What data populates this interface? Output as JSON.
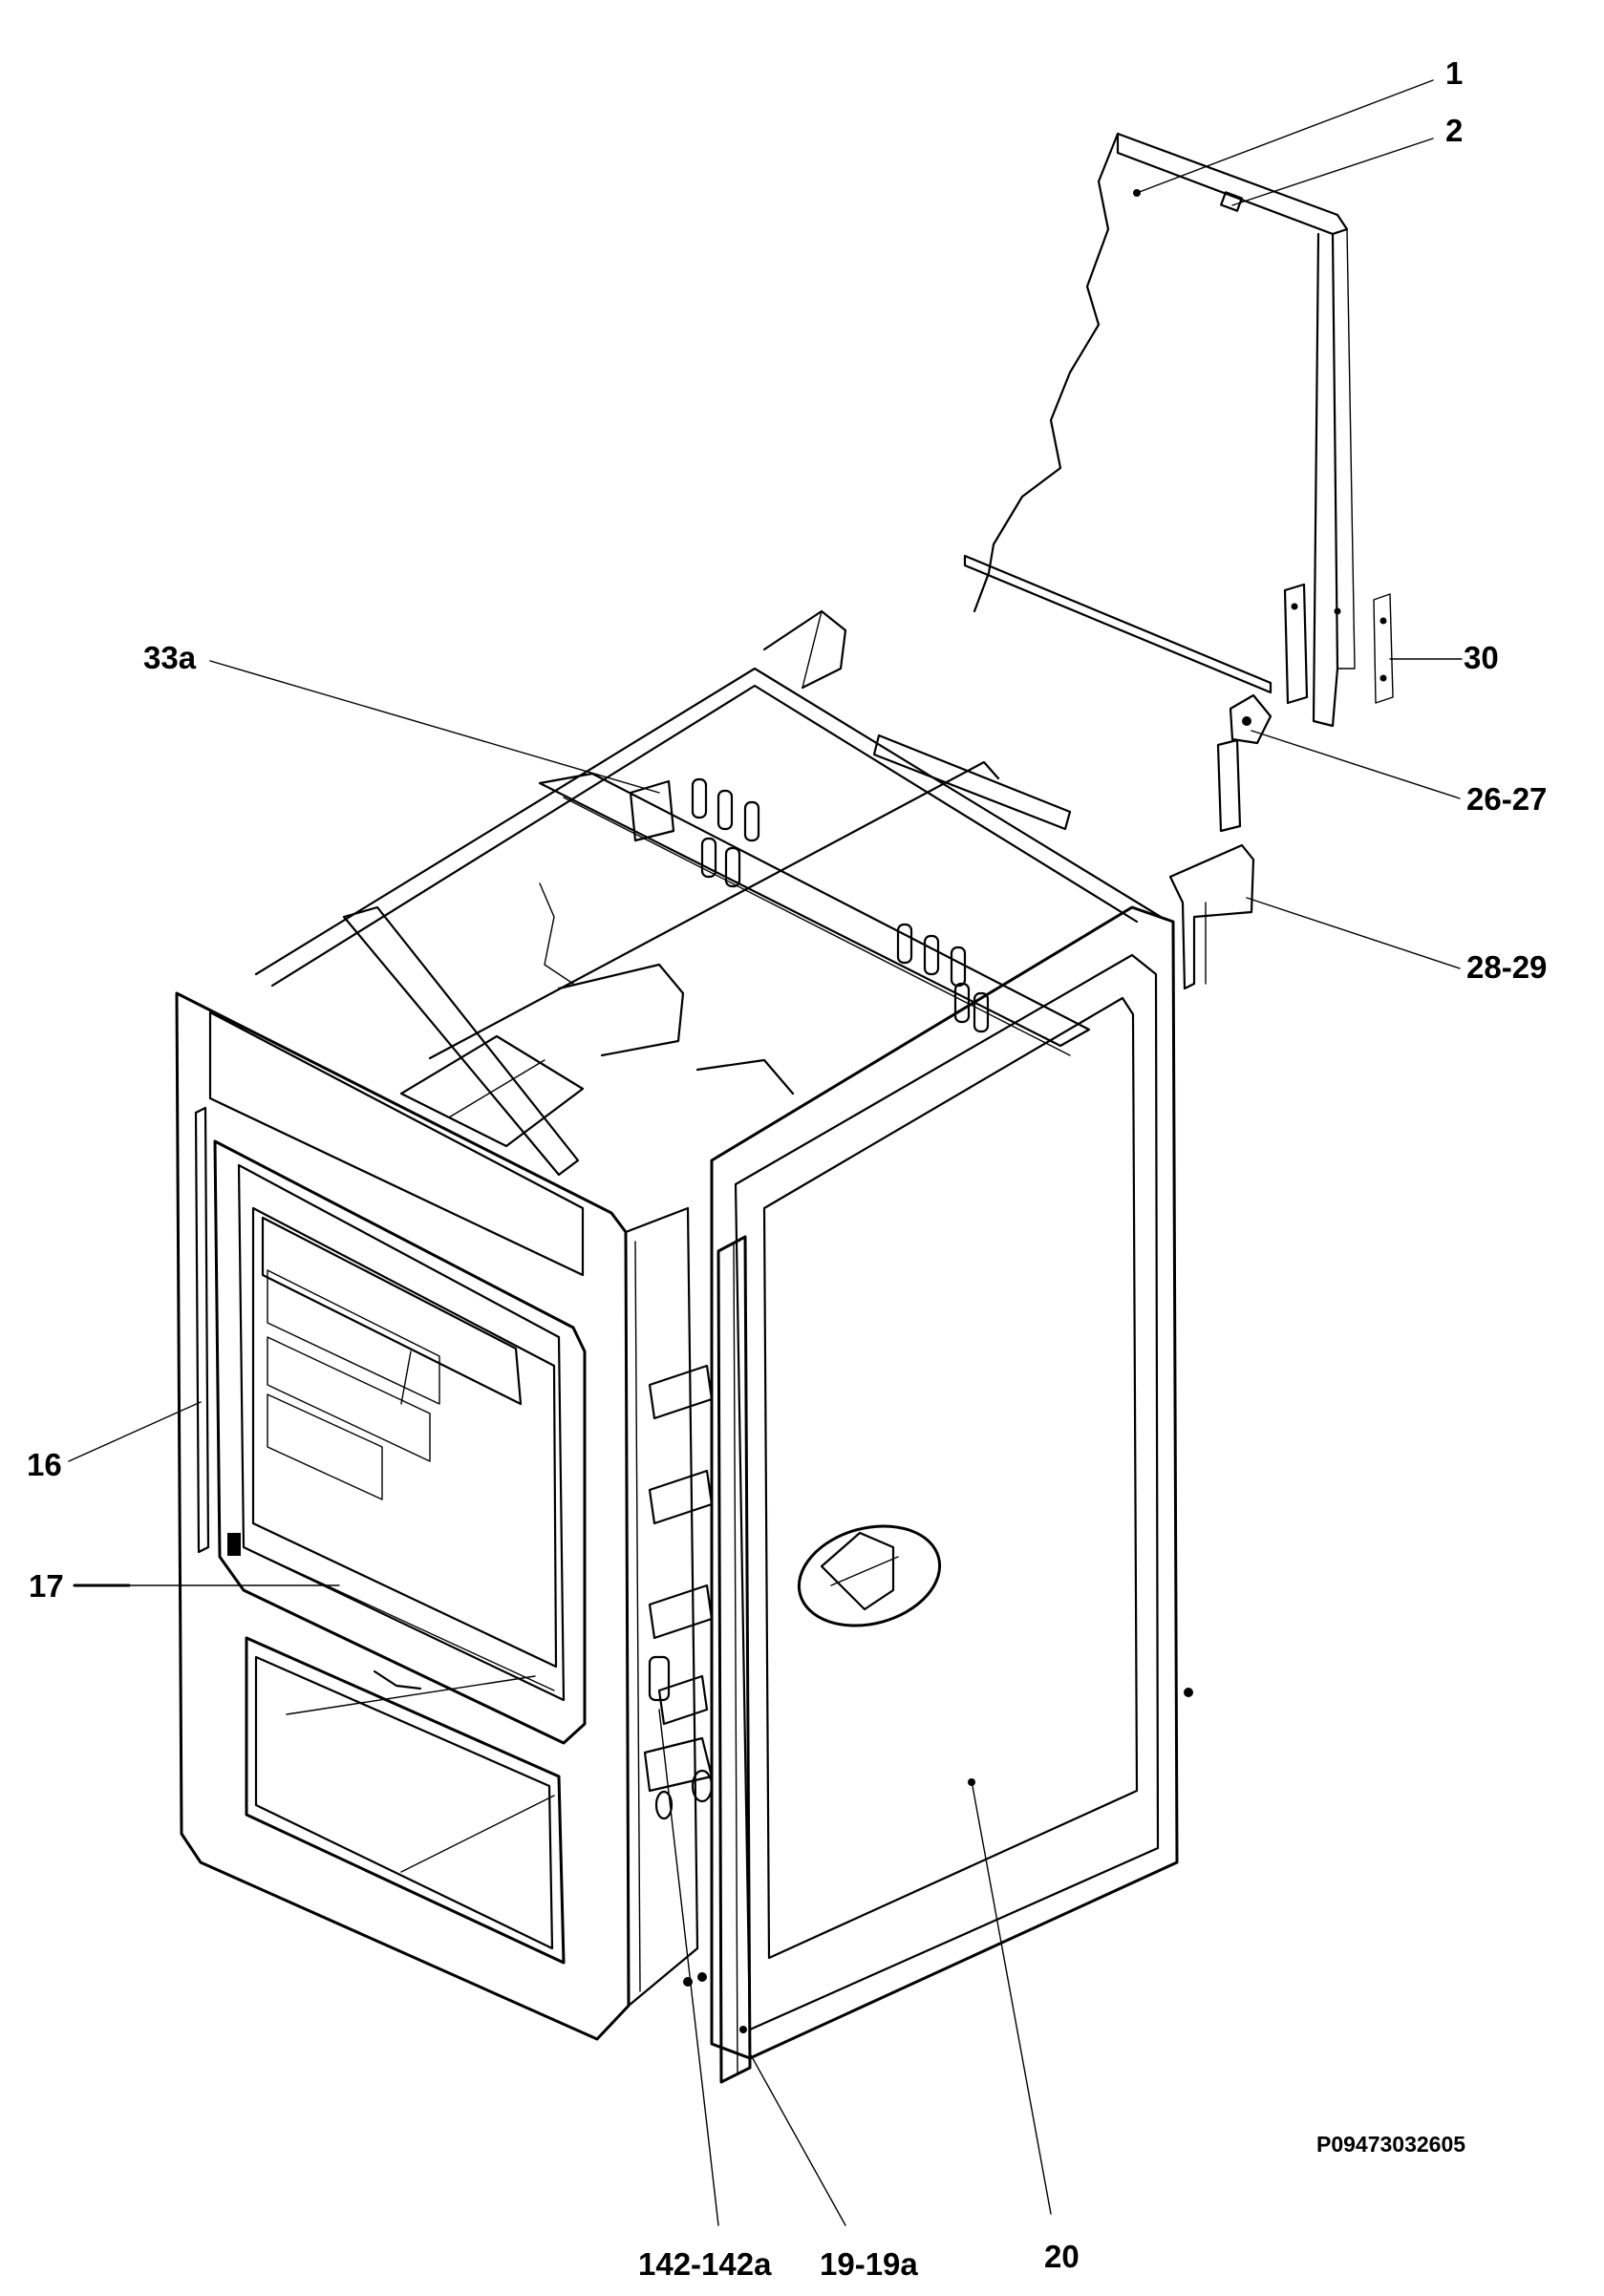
{
  "callouts": [
    {
      "id": "1",
      "text": "1"
    },
    {
      "id": "2",
      "text": "2"
    },
    {
      "id": "30",
      "text": "30"
    },
    {
      "id": "33a",
      "text": "33a"
    },
    {
      "id": "26-27",
      "text": "26-27"
    },
    {
      "id": "28-29",
      "text": "28-29"
    },
    {
      "id": "16",
      "text": "16"
    },
    {
      "id": "17",
      "text": "17"
    },
    {
      "id": "142-142a",
      "text": "142-142a"
    },
    {
      "id": "19-19a",
      "text": "19-19a"
    },
    {
      "id": "20",
      "text": "20"
    }
  ],
  "drawing_code": "P09473032605",
  "colors": {
    "ink": "#000000",
    "paper": "#ffffff"
  }
}
